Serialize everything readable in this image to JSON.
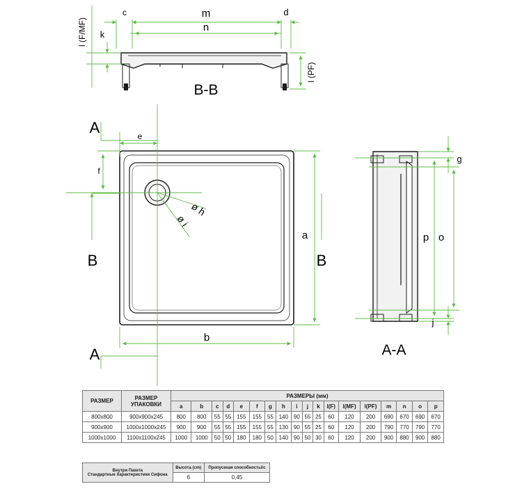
{
  "drawing": {
    "section_bb_label": "B-B",
    "section_aa_label": "A-A",
    "cut_labels": {
      "a_top": "A",
      "a_bottom": "A",
      "b_left": "B",
      "b_right": "B"
    },
    "dims": {
      "m": "m",
      "n": "n",
      "c": "c",
      "d": "d",
      "k": "k",
      "l_mf": "l (F/MF)",
      "l_pf": "l (PF)",
      "e": "e",
      "f": "f",
      "a": "a",
      "b": "b",
      "phi_h": "ø h",
      "phi_i": "ø i",
      "g": "g",
      "p": "p",
      "o": "o",
      "j": "j"
    },
    "colors": {
      "dimension_line": "#5dbb46",
      "outline": "#1a1a1a",
      "fill": "#f2f2f2"
    }
  },
  "spec_table": {
    "header_size": "РАЗМЕР",
    "header_pack": "РАЗМЕР УПАКОВКИ",
    "header_dims": "РАЗМЕРЫ (мм)",
    "columns": [
      "a",
      "b",
      "c",
      "d",
      "e",
      "f",
      "g",
      "h",
      "i",
      "j",
      "k",
      "l(F)",
      "l(MF)",
      "l(PF)",
      "m",
      "n",
      "o",
      "p"
    ],
    "rows": [
      {
        "size": "800x800",
        "pack": "900x900x245",
        "values": [
          "800",
          "800",
          "55",
          "55",
          "155",
          "155",
          "55",
          "140",
          "90",
          "55",
          "25",
          "60",
          "120",
          "200",
          "690",
          "670",
          "690",
          "670"
        ]
      },
      {
        "size": "900x900",
        "pack": "1000x1000x245",
        "values": [
          "900",
          "900",
          "55",
          "55",
          "155",
          "155",
          "55",
          "130",
          "90",
          "55",
          "25",
          "60",
          "120",
          "200",
          "790",
          "770",
          "790",
          "770"
        ]
      },
      {
        "size": "1000x1000",
        "pack": "1100x1100x245",
        "values": [
          "1000",
          "1000",
          "50",
          "50",
          "180",
          "180",
          "50",
          "140",
          "90",
          "50",
          "30",
          "60",
          "120",
          "200",
          "900",
          "880",
          "900",
          "880"
        ]
      }
    ]
  },
  "siphon_table": {
    "label_line1": "Внутри Пакета",
    "label_line2": "Стандартные Характеристики Сифона",
    "col_height": "Высота (cm)",
    "col_capacity": "Пропускная способностьl/с",
    "height_value": "6",
    "capacity_value": "0,45"
  }
}
